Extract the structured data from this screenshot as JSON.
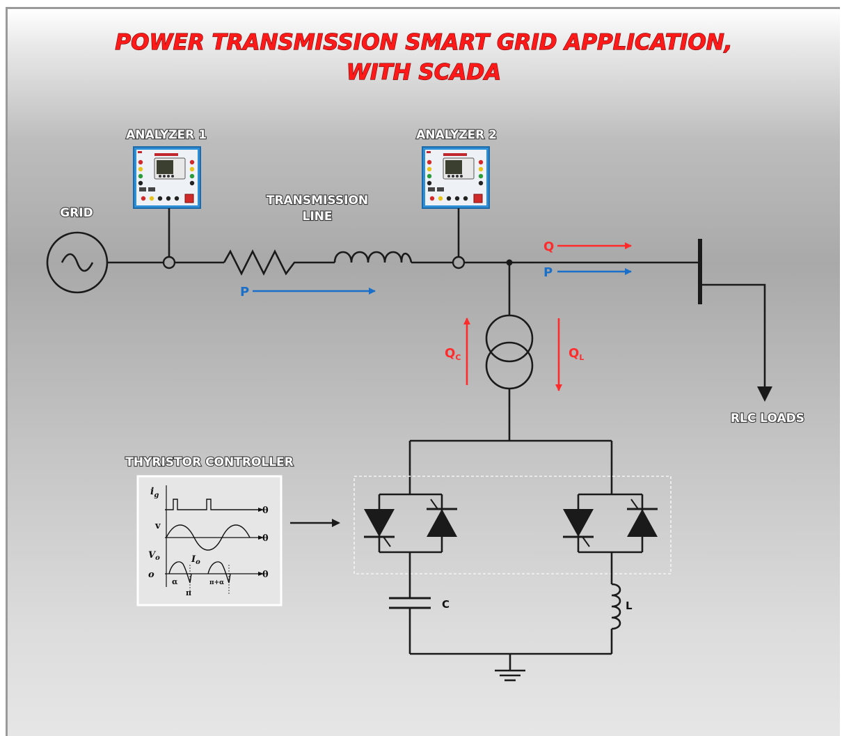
{
  "title": {
    "line1": "POWER TRANSMISSION SMART GRID APPLICATION,",
    "line2": "WITH SCADA"
  },
  "labels": {
    "analyzer1": "ANALYZER 1",
    "analyzer2": "ANALYZER 2",
    "grid": "GRID",
    "transmission_line_1": "TRANSMISSION",
    "transmission_line_2": "LINE",
    "rlc_loads": "RLC LOADS",
    "thyristor_controller": "THYRISTOR CONTROLLER"
  },
  "flows": {
    "q_load": "Q",
    "p_load": "P",
    "p_line": "P",
    "qc": "Q",
    "qc_sub": "C",
    "ql": "Q",
    "ql_sub": "L"
  },
  "components": {
    "capacitor": "C",
    "inductor": "L"
  },
  "waveform": {
    "ig": "i",
    "ig_sub": "g",
    "v": "v",
    "vo": "V",
    "vo_sub": "o",
    "io": "I",
    "io_sub": "o",
    "o": "o",
    "theta": "θ",
    "alpha": "α",
    "pi": "π",
    "pi_alpha": "π+α"
  },
  "colors": {
    "title_red": "#ff1a1a",
    "reactive_red": "#ff2a2a",
    "active_blue": "#1a6fc9",
    "panel_blue": "#2f8fd6"
  },
  "icons": {
    "grid_source": "ac-source-icon",
    "analyzer": "power-analyzer-icon",
    "transformer": "transformer-icon",
    "thyristor": "thyristor-icon",
    "ground": "ground-icon"
  }
}
